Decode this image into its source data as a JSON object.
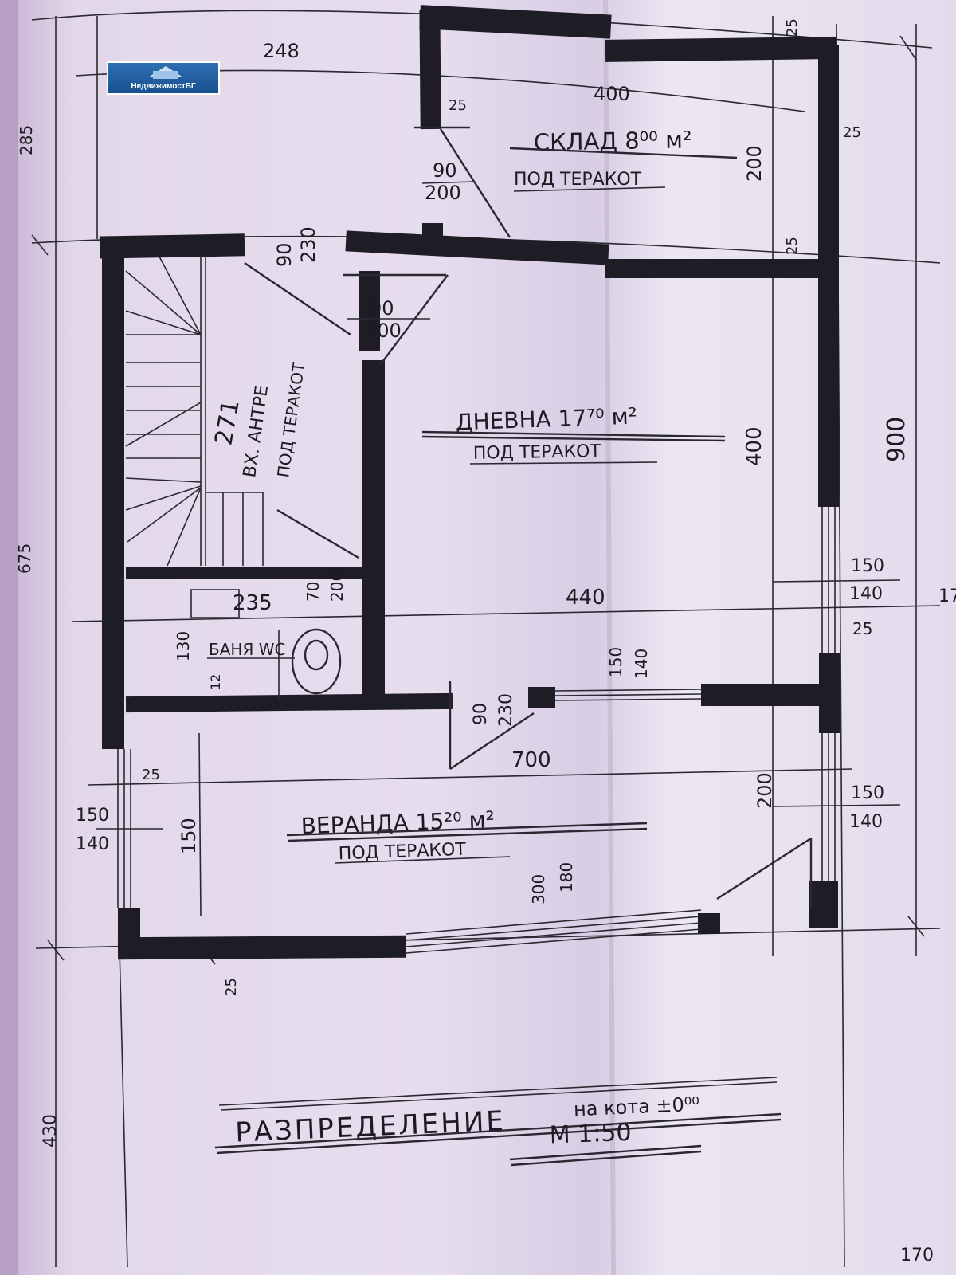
{
  "watermark": {
    "logo_text": "НедвижимостБГ"
  },
  "rooms": {
    "storage": {
      "name": "СКЛАД 8⁰⁰ м²",
      "floor": "ПОД ТЕРАКОТ"
    },
    "living": {
      "name": "ДНЕВНА 17⁷⁰ м²",
      "floor": "ПОД ТЕРАКОТ"
    },
    "veranda": {
      "name": "ВЕРАНДА 15²⁰ м²",
      "floor": "ПОД ТЕРАКОТ"
    },
    "hall": {
      "name": "ВХ. АНТРЕ",
      "floor": "ПОД ТЕРАКОТ"
    },
    "bath": {
      "name": "БАНЯ WC"
    }
  },
  "dimensions": {
    "d248": "248",
    "d400_top": "400",
    "d25_a": "25",
    "d25_b": "25",
    "d25_c": "25",
    "d25_d": "25",
    "d200_storage": "200",
    "d90_a": "90",
    "d200_a": "200",
    "d90_b": "90",
    "d200_b": "200",
    "d90_c": "90",
    "d230_a": "230",
    "d271": "271",
    "d400_right": "400",
    "d900": "900",
    "d150_a": "150",
    "d140_a": "140",
    "d440": "440",
    "d25_e": "25",
    "d235": "235",
    "d70": "70",
    "d200_c": "200",
    "d130": "130",
    "d12": "12",
    "d150_b": "150",
    "d140_b": "140",
    "d90_d": "90",
    "d230_b": "230",
    "d700": "700",
    "d25_f": "25",
    "d150_c": "150",
    "d140_c": "140",
    "d150_d": "150",
    "d200_d": "200",
    "d150_e": "150",
    "d140_d": "140",
    "d300": "300",
    "d180": "180",
    "d25_g": "25",
    "d675": "675",
    "d285": "285",
    "d430": "430",
    "d170": "170",
    "d17": "17"
  },
  "title": {
    "main": "РАЗПРЕДЕЛЕНИЕ",
    "level": "на кота ±0⁰⁰",
    "scale": "М 1:50"
  }
}
